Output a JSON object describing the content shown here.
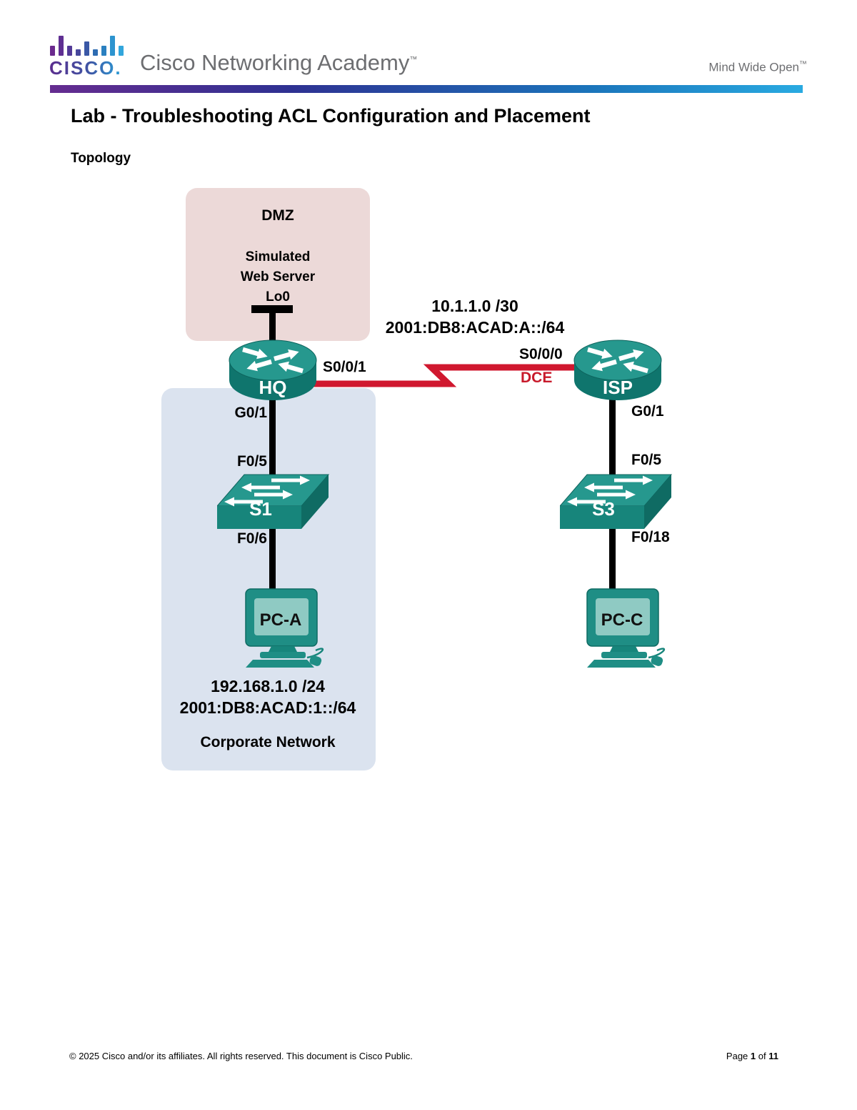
{
  "colors": {
    "teal_top": "#26988e",
    "teal_body": "#0f756d",
    "link_red": "#d0182f",
    "dce_red": "#c81a2b",
    "dmz_bg": "#ecd9d8",
    "corporate_bg": "#dbe3ef",
    "header_bar_start": "#652c90",
    "header_bar_end": "#29aae1",
    "header_gray": "#6d6e71"
  },
  "header": {
    "brand": "CISCO.",
    "academy": "Cisco Networking Academy",
    "academy_tm": "™",
    "tagline": "Mind Wide Open",
    "tagline_tm": "™"
  },
  "title": "Lab - Troubleshooting ACL Configuration and Placement",
  "section_heading": "Topology",
  "diagram": {
    "dmz": {
      "title": "DMZ",
      "server": [
        "Simulated",
        "Web Server",
        "Lo0"
      ]
    },
    "wan": {
      "ipv4": "10.1.1.0 /30",
      "ipv6": "2001:DB8:ACAD:A::/64",
      "hq_interface": "S0/0/1",
      "isp_interface": "S0/0/0",
      "clocking": "DCE"
    },
    "devices": {
      "hq": "HQ",
      "isp": "ISP",
      "s1": "S1",
      "s3": "S3",
      "pc_a": "PC-A",
      "pc_c": "PC-C"
    },
    "interfaces": {
      "hq_lan": "G0/1",
      "s1_uplink": "F0/5",
      "s1_host": "F0/6",
      "isp_lan": "G0/1",
      "s3_uplink": "F0/5",
      "s3_host": "F0/18"
    },
    "corporate": {
      "ipv4": "192.168.1.0 /24",
      "ipv6": "2001:DB8:ACAD:1::/64",
      "label": "Corporate Network"
    }
  },
  "footer": {
    "copyright": "© 2025 Cisco and/or its affiliates. All rights reserved. This document is Cisco Public.",
    "page_word": "Page",
    "page_number": "1",
    "of_word": "of",
    "total_pages": "11"
  }
}
